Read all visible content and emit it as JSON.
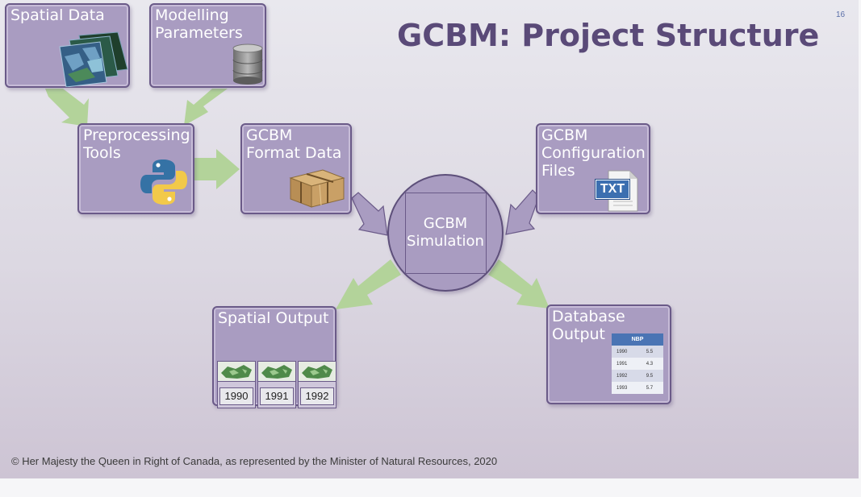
{
  "slide": {
    "title": "GCBM: Project Structure",
    "number": "16",
    "footer": "© Her Majesty the Queen in Right of Canada, as represented by the Minister of Natural Resources, 2020"
  },
  "nodes": {
    "spatial_data": "Spatial Data",
    "modelling_parameters": [
      "Modelling",
      "Parameters"
    ],
    "preprocessing_tools": [
      "Preprocessing",
      "Tools"
    ],
    "gcbm_format_data": [
      "GCBM",
      "Format Data"
    ],
    "gcbm_configuration_files": [
      "GCBM",
      "Configuration",
      "Files"
    ],
    "gcbm_simulation": [
      "GCBM",
      "Simulation"
    ],
    "spatial_output": "Spatial Output",
    "database_output": [
      "Database",
      "Output"
    ]
  },
  "icons": {
    "spatial_data": "satellite-map-tiles-icon",
    "modelling_parameters": "database-cylinder-icon",
    "preprocessing_tools": "python-logo-icon",
    "gcbm_format_data": "parcel-icon",
    "gcbm_configuration_files": "txt-file-icon",
    "txt_badge": "TXT"
  },
  "spatial_output_years": [
    "1990",
    "1991",
    "1992"
  ],
  "nbp_table": {
    "header": "NBP",
    "rows": [
      {
        "year": "1990",
        "value": "5.5"
      },
      {
        "year": "1991",
        "value": "4.3"
      },
      {
        "year": "1992",
        "value": "9.5"
      },
      {
        "year": "1993",
        "value": "5.7"
      }
    ]
  },
  "colors": {
    "node_fill": "#a99cc1",
    "node_border": "#6a5a88",
    "title": "#5a4a78",
    "flow_arrow_green": "#b3d39a",
    "flow_arrow_purple": "#a99cc1"
  }
}
